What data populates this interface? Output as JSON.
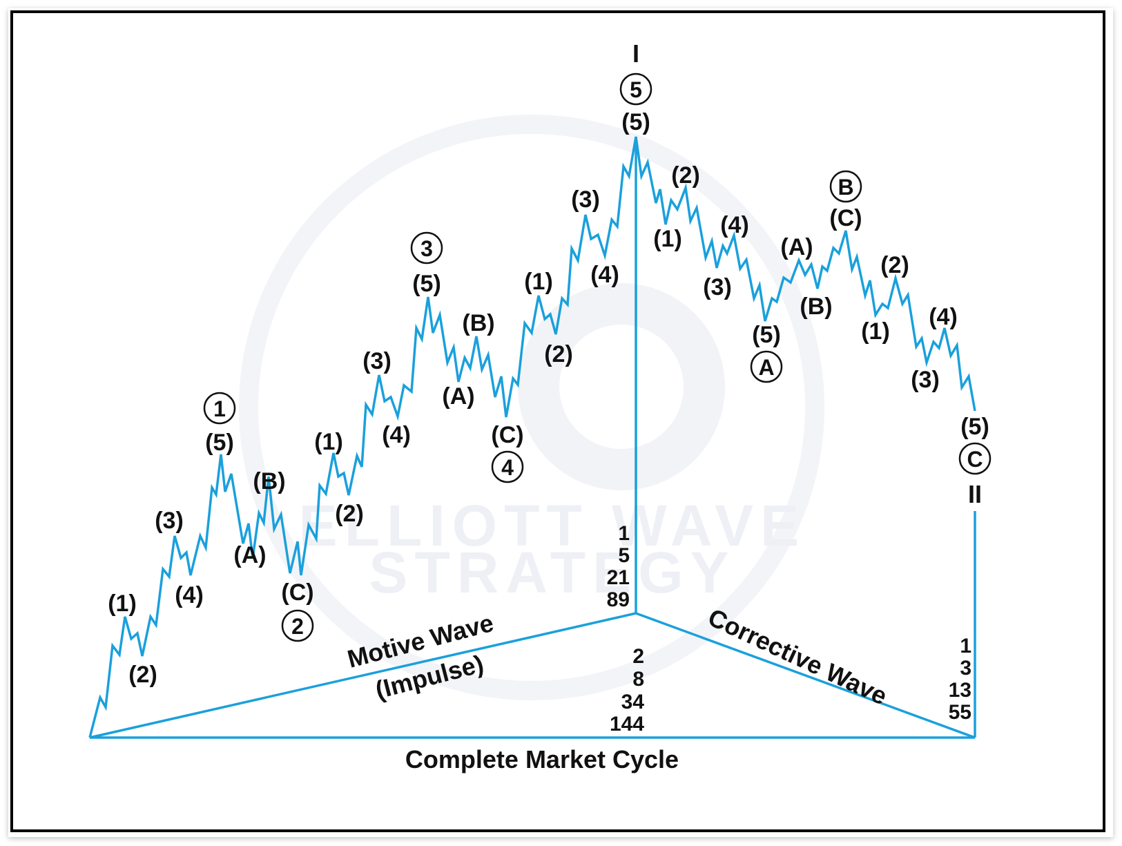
{
  "colors": {
    "wave": "#1aa0dc",
    "text": "#111111",
    "frame": "#000000",
    "watermark": "#eef0f5"
  },
  "watermark": {
    "line1": "ELLIOTT WAVE",
    "line2": "STRATEGY"
  },
  "peak_labels": {
    "top_roman": "I",
    "bottom_roman": "II"
  },
  "wave_labels": [
    {
      "id": "m1-1",
      "text": "(1)",
      "circled": false
    },
    {
      "id": "m1-2",
      "text": "(2)",
      "circled": false
    },
    {
      "id": "m1-3",
      "text": "(3)",
      "circled": false
    },
    {
      "id": "m1-4",
      "text": "(4)",
      "circled": false
    },
    {
      "id": "m1-5",
      "text": "(5)",
      "circled": false
    },
    {
      "id": "w1",
      "text": "1",
      "circled": true
    },
    {
      "id": "c2-a",
      "text": "(A)",
      "circled": false
    },
    {
      "id": "c2-b",
      "text": "(B)",
      "circled": false
    },
    {
      "id": "c2-c",
      "text": "(C)",
      "circled": false
    },
    {
      "id": "w2",
      "text": "2",
      "circled": true
    },
    {
      "id": "m3-1",
      "text": "(1)",
      "circled": false
    },
    {
      "id": "m3-2",
      "text": "(2)",
      "circled": false
    },
    {
      "id": "m3-3",
      "text": "(3)",
      "circled": false
    },
    {
      "id": "m3-4",
      "text": "(4)",
      "circled": false
    },
    {
      "id": "m3-5",
      "text": "(5)",
      "circled": false
    },
    {
      "id": "w3",
      "text": "3",
      "circled": true
    },
    {
      "id": "c4-a",
      "text": "(A)",
      "circled": false
    },
    {
      "id": "c4-b",
      "text": "(B)",
      "circled": false
    },
    {
      "id": "c4-c",
      "text": "(C)",
      "circled": false
    },
    {
      "id": "w4",
      "text": "4",
      "circled": true
    },
    {
      "id": "m5-1",
      "text": "(1)",
      "circled": false
    },
    {
      "id": "m5-2",
      "text": "(2)",
      "circled": false
    },
    {
      "id": "m5-3",
      "text": "(3)",
      "circled": false
    },
    {
      "id": "m5-4",
      "text": "(4)",
      "circled": false
    },
    {
      "id": "m5-5",
      "text": "(5)",
      "circled": false
    },
    {
      "id": "w5",
      "text": "5",
      "circled": true
    },
    {
      "id": "ca-1",
      "text": "(1)",
      "circled": false
    },
    {
      "id": "ca-2",
      "text": "(2)",
      "circled": false
    },
    {
      "id": "ca-3",
      "text": "(3)",
      "circled": false
    },
    {
      "id": "ca-4",
      "text": "(4)",
      "circled": false
    },
    {
      "id": "ca-5",
      "text": "(5)",
      "circled": false
    },
    {
      "id": "wA",
      "text": "A",
      "circled": true
    },
    {
      "id": "cb-a",
      "text": "(A)",
      "circled": false
    },
    {
      "id": "cb-b",
      "text": "(B)",
      "circled": false
    },
    {
      "id": "cb-c",
      "text": "(C)",
      "circled": false
    },
    {
      "id": "wB",
      "text": "B",
      "circled": true
    },
    {
      "id": "cc-1",
      "text": "(1)",
      "circled": false
    },
    {
      "id": "cc-2",
      "text": "(2)",
      "circled": false
    },
    {
      "id": "cc-3",
      "text": "(3)",
      "circled": false
    },
    {
      "id": "cc-4",
      "text": "(4)",
      "circled": false
    },
    {
      "id": "cc-5",
      "text": "(5)",
      "circled": false
    },
    {
      "id": "wC",
      "text": "C",
      "circled": true
    }
  ],
  "triangle": {
    "motive_label": "Motive Wave",
    "motive_sub": "(Impulse)",
    "corrective_label": "Corrective Wave",
    "base_label": "Complete Market Cycle"
  },
  "fibonacci": {
    "motive_counts": [
      "1",
      "5",
      "21",
      "89"
    ],
    "cycle_counts": [
      "2",
      "8",
      "34",
      "144"
    ],
    "corrective_counts": [
      "1",
      "3",
      "13",
      "55"
    ]
  }
}
